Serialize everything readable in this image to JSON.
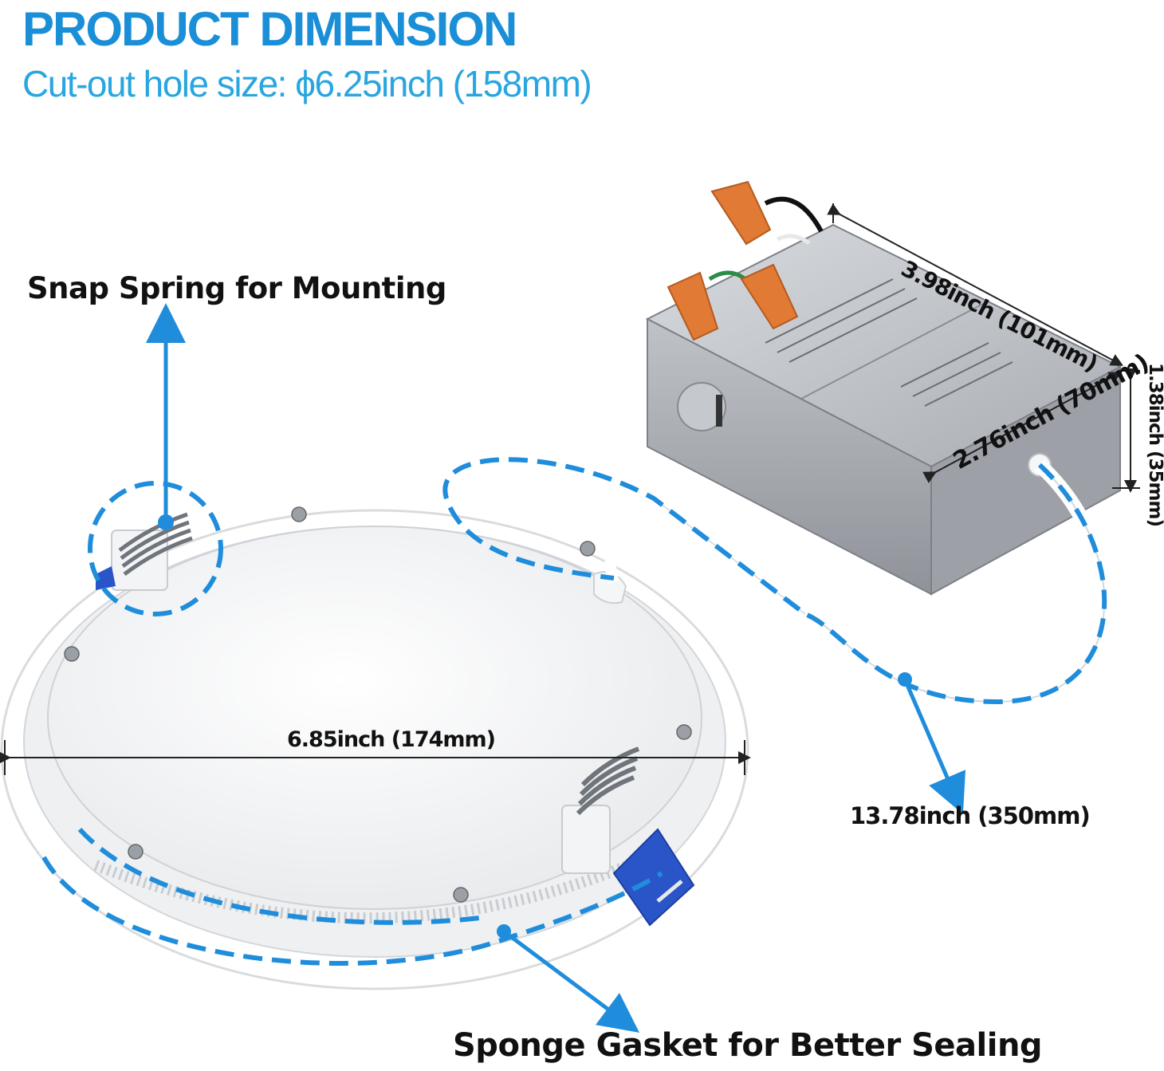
{
  "header": {
    "title": "PRODUCT DIMENSION",
    "subtitle": "Cut-out hole size: ϕ6.25inch (158mm)"
  },
  "callouts": {
    "snap_spring": "Snap Spring for Mounting",
    "sponge_gasket": "Sponge Gasket for Better Sealing"
  },
  "dimensions": {
    "panel_diameter": "6.85inch (174mm)",
    "box_length": "3.98inch (101mm)",
    "box_width": "2.76inch (70mm)",
    "box_height": "1.38inch (35mm)",
    "cable_length": "13.78inch (350mm)"
  },
  "colors": {
    "title": "#1a8fd8",
    "accent_dash": "#1f8ddb",
    "panel": "#f4f5f7",
    "junction_box": "#b7bbc0",
    "wire_nut": "#e07a35",
    "clip": "#2a55c8"
  }
}
